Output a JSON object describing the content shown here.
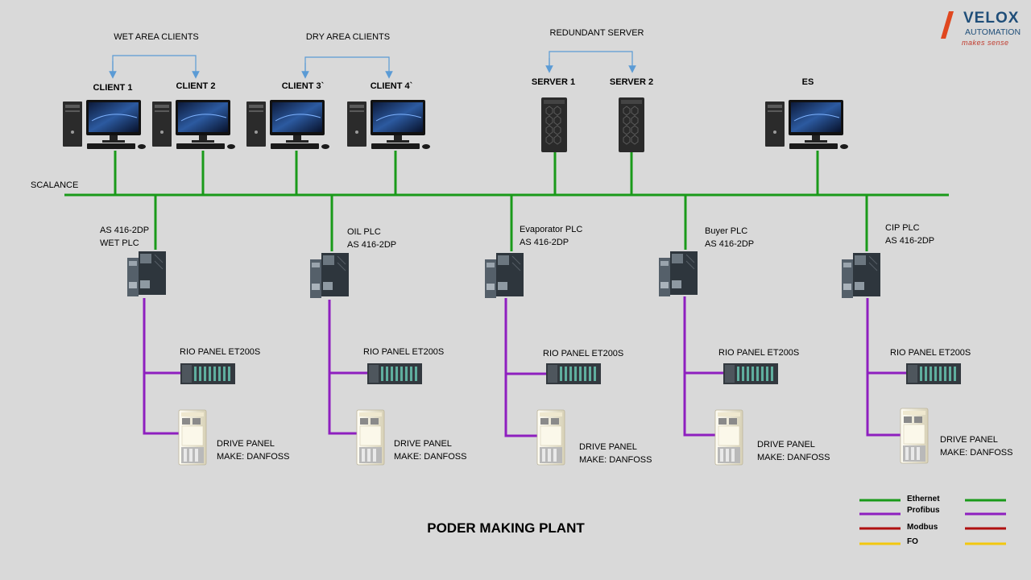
{
  "diagram": {
    "title": "PODER MAKING PLANT",
    "groups": {
      "wet_area": "WET AREA CLIENTS",
      "dry_area": "DRY AREA CLIENTS",
      "redundant": "REDUNDANT  SERVER"
    },
    "network_label": "SCALANCE",
    "clients": [
      "CLIENT 1",
      "CLIENT 2",
      "CLIENT 3`",
      "CLIENT 4`"
    ],
    "servers": [
      "SERVER  1",
      "SERVER  2"
    ],
    "es": "ES",
    "plcs": [
      {
        "line1": "AS 416-2DP",
        "line2": "WET PLC"
      },
      {
        "line1": "OIL PLC",
        "line2": "AS 416-2DP"
      },
      {
        "line1": "Evaporator PLC",
        "line2": "AS 416-2DP"
      },
      {
        "line1": "Buyer PLC",
        "line2": "AS 416-2DP"
      },
      {
        "line1": "CIP PLC",
        "line2": "AS 416-2DP"
      }
    ],
    "rio_label": "RIO PANEL ET200S",
    "drive_line1": "DRIVE PANEL",
    "drive_line2": "MAKE: DANFOSS"
  },
  "legend": [
    {
      "label": "Ethernet",
      "color": "#1a9a1a"
    },
    {
      "label": "Profibus",
      "color": "#8e1fbf"
    },
    {
      "label": "Modbus",
      "color": "#b01010"
    },
    {
      "label": "FO",
      "color": "#f2c80f"
    }
  ],
  "colors": {
    "arrow": "#5b9bd5",
    "ethernet": "#1a9a1a",
    "profibus": "#8e1fbf"
  },
  "logo": {
    "brand": "VELOX",
    "sub": "AUTOMATION",
    "tagline": "makes sense"
  }
}
